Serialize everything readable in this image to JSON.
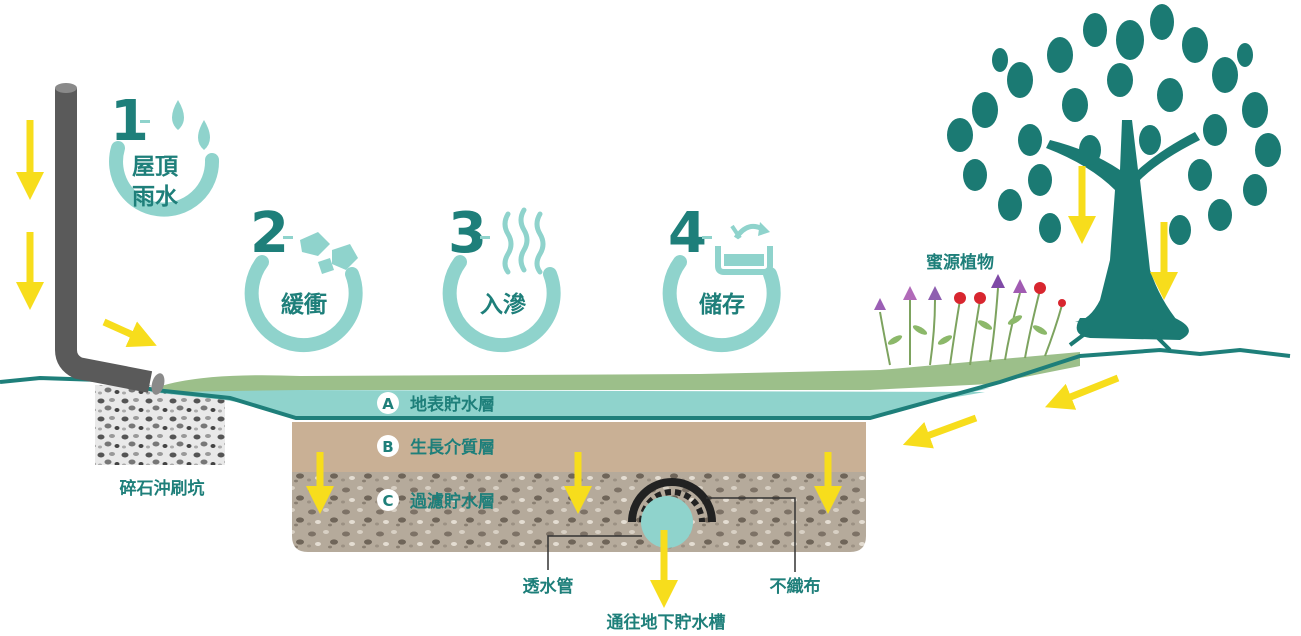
{
  "steps": [
    {
      "number": "1",
      "label_line1": "屋頂",
      "label_line2": "雨水"
    },
    {
      "number": "2",
      "label_line1": "緩衝"
    },
    {
      "number": "3",
      "label_line1": "入滲"
    },
    {
      "number": "4",
      "label_line1": "儲存"
    }
  ],
  "layers": [
    {
      "letter": "A",
      "name": "地表貯水層"
    },
    {
      "letter": "B",
      "name": "生長介質層"
    },
    {
      "letter": "C",
      "name": "過濾貯水層"
    }
  ],
  "labels": {
    "gravel_pit": "碎石沖刷坑",
    "nectar_plants": "蜜源植物",
    "perforated_pipe": "透水管",
    "geotextile": "不織布",
    "to_tank": "通往地下貯水槽"
  },
  "colors": {
    "teal_dark": "#1e7f7a",
    "teal_light": "#8fd3cc",
    "arrow_yellow": "#f7dd1c",
    "soil": "#c9b095",
    "gravel": "#a89c8c",
    "grass": "#8db07d",
    "pipe_gray": "#5f5f5f",
    "tree": "#1b7a73"
  }
}
